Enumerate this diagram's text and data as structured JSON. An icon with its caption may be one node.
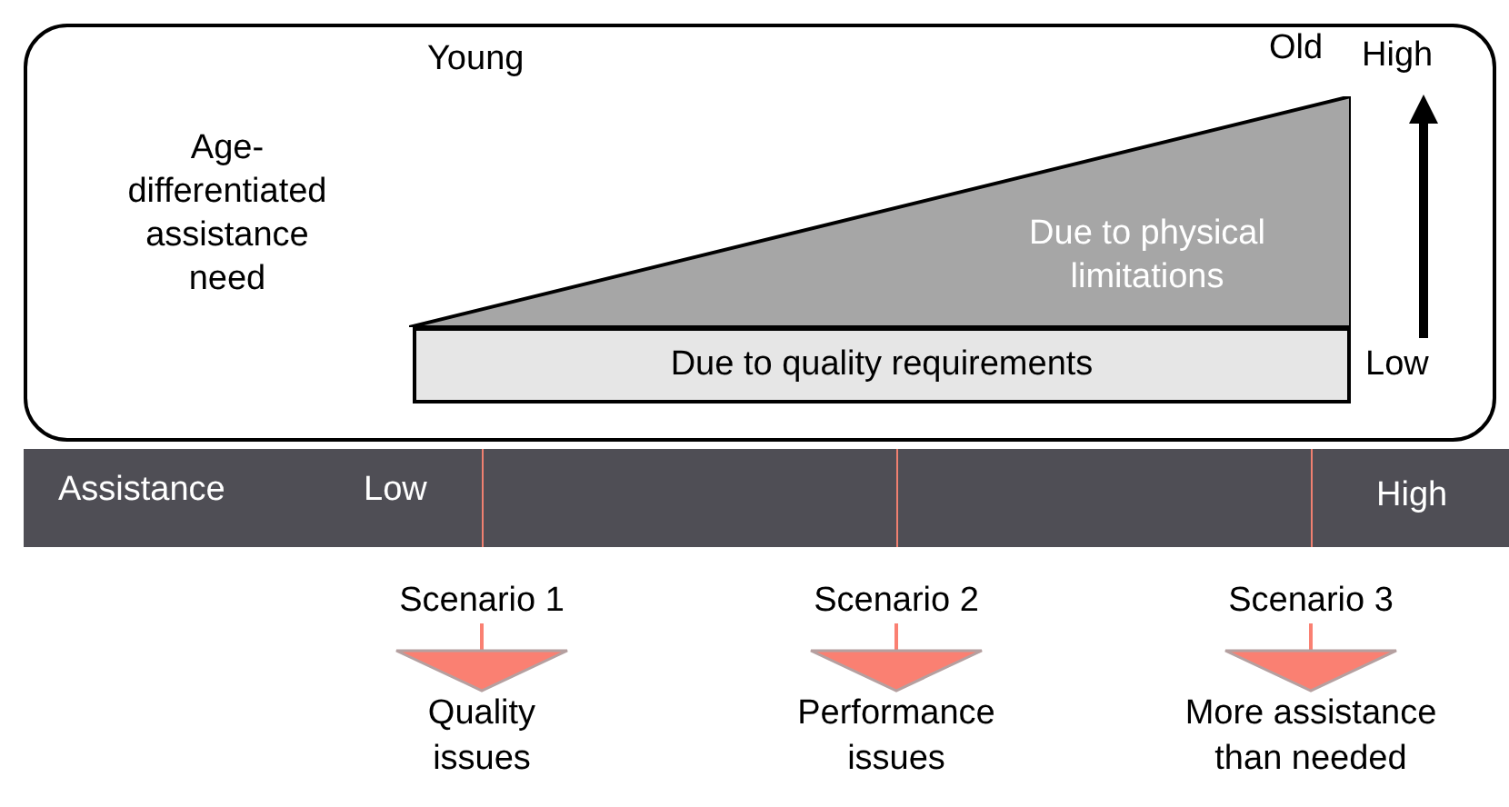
{
  "diagram": {
    "nodes": [
      {
        "text": [
          "Age-differentiated assistance need"
        ]
      },
      {
        "text": [
          "Due to physical limitations"
        ],
        "in": 0
      },
      {
        "text": [
          "Due to quality requirements"
        ],
        "in": 0
      },
      {
        "text": [
          "Assistance",
          "Low",
          "High"
        ]
      },
      {
        "text": [
          "Scenario 1"
        ]
      },
      {
        "text": [
          "Quality issues"
        ]
      },
      {
        "text": [
          "Scenario 2"
        ]
      },
      {
        "text": [
          "Performance issues"
        ]
      },
      {
        "text": [
          "Scenario 3"
        ]
      },
      {
        "text": [
          "More assistance than needed"
        ]
      }
    ],
    "edges": [
      {
        "from": 4,
        "to": 5,
        "arrow": "to"
      },
      {
        "from": 6,
        "to": 7,
        "arrow": "to"
      },
      {
        "from": 8,
        "to": 9,
        "arrow": "to"
      }
    ],
    "labels": [
      "Young",
      "Old",
      "High",
      "Low"
    ]
  }
}
